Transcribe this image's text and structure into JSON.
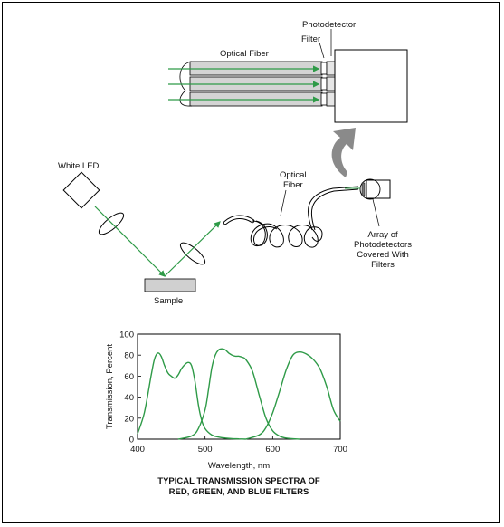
{
  "diagram": {
    "labels": {
      "photodetector": "Photodetector",
      "filter": "Filter",
      "optical_fiber_top": "Optical Fiber",
      "white_led": "White LED",
      "optical_fiber_mid_1": "Optical",
      "optical_fiber_mid_2": "Fiber",
      "array_1": "Array of",
      "array_2": "Photodetectors",
      "array_3": "Covered With",
      "array_4": "Filters",
      "sample": "Sample"
    },
    "colors": {
      "beam": "#2e9a47",
      "curve": "#2e9a47",
      "arrow": "#808080",
      "line": "#000000"
    }
  },
  "chart_data": {
    "type": "line",
    "xlabel": "Wavelength, nm",
    "ylabel": "Transmission, Percent",
    "xlim": [
      400,
      700
    ],
    "ylim": [
      0,
      100
    ],
    "xticks": [
      400,
      500,
      600,
      700
    ],
    "yticks": [
      0,
      20,
      40,
      60,
      80,
      100
    ],
    "grid": false,
    "caption_line1": "TYPICAL TRANSMISSION SPECTRA OF",
    "caption_line2": "RED, GREEN, AND BLUE FILTERS",
    "series": [
      {
        "x": [
          400,
          410,
          420,
          425,
          430,
          435,
          440,
          445,
          450,
          455,
          460,
          465,
          470,
          475,
          480,
          485,
          490,
          495,
          500,
          510,
          520,
          530,
          540,
          550,
          560
        ],
        "y": [
          5,
          25,
          60,
          76,
          82,
          79,
          70,
          63,
          60,
          58,
          61,
          67,
          71,
          73,
          70,
          55,
          33,
          18,
          10,
          4,
          2,
          1,
          0.5,
          0.3,
          0
        ]
      },
      {
        "x": [
          460,
          480,
          490,
          500,
          505,
          510,
          515,
          520,
          525,
          530,
          535,
          540,
          545,
          550,
          555,
          560,
          570,
          580,
          590,
          600,
          610,
          620,
          640
        ],
        "y": [
          0,
          3,
          10,
          28,
          47,
          68,
          80,
          85,
          86,
          85,
          82,
          80,
          79,
          79,
          78,
          76,
          65,
          42,
          20,
          8,
          3,
          1,
          0
        ]
      },
      {
        "x": [
          560,
          580,
          590,
          600,
          610,
          620,
          630,
          640,
          650,
          660,
          670,
          680,
          690,
          700
        ],
        "y": [
          0,
          4,
          11,
          25,
          45,
          66,
          80,
          83,
          81,
          76,
          67,
          50,
          28,
          17
        ]
      }
    ]
  }
}
